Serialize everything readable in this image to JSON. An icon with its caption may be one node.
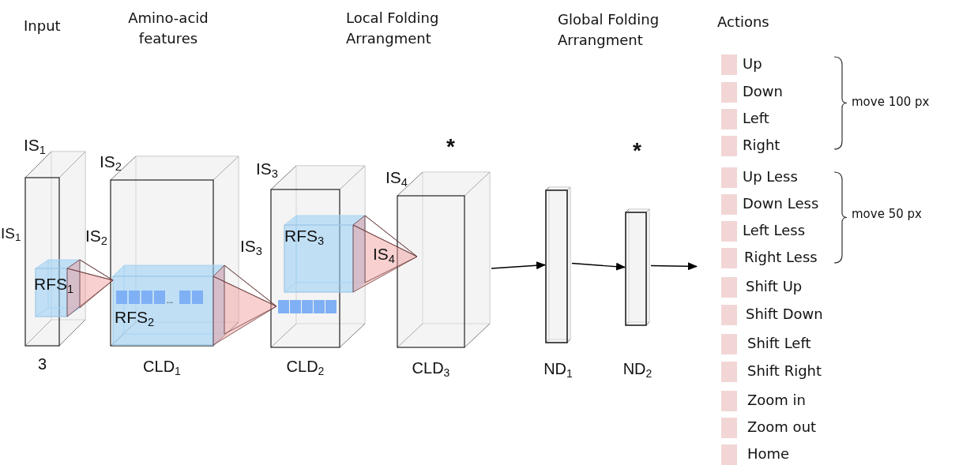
{
  "diagram": {
    "nodes": [
      {
        "text": [
          "3"
        ]
      },
      {
        "text": [
          "RFS$_{1}$"
        ],
        "in": 0
      },
      {
        "text": [],
        "shape": "cone"
      },
      {
        "text": [
          "CLD$_{1}$"
        ]
      },
      {
        "text": [
          "RFS$_{2}$"
        ],
        "in": 3
      },
      {
        "text": [],
        "shape": "cone"
      },
      {
        "text": [
          "CLD$_{2}$"
        ]
      },
      {
        "text": [
          "RFS$_{3}$"
        ],
        "in": 6
      },
      {
        "text": [],
        "shape": "cone"
      },
      {
        "text": [
          "CLD$_{3}$"
        ]
      },
      {
        "text": [
          "ND$_{1}$"
        ]
      },
      {
        "text": [
          "ND$_{2}$"
        ]
      }
    ],
    "edges": [
      {
        "from": 9,
        "to": 10,
        "arrow": "to"
      },
      {
        "from": 10,
        "to": 11,
        "arrow": "to"
      },
      {
        "from": 11,
        "to": null,
        "arrow": "to"
      }
    ],
    "labels": [
      "Input",
      "Amino-acid features",
      "Local Folding Arrangment",
      "Global Folding Arrangment",
      "Actions",
      "IS$_{1}$",
      "IS$_{1}$",
      "IS$_{2}$",
      "IS$_{2}$",
      "IS$_{3}$",
      "IS$_{3}$",
      "IS$_{4}$",
      "IS$_{4}$",
      "...",
      "*",
      "*",
      "Up",
      "Down",
      "Left",
      "Right",
      "Up Less",
      "Down Less",
      "Left Less",
      "Right Less",
      "Shift Up",
      "Shift Down",
      "Shift Left",
      "Shift Right",
      "Zoom in",
      "Zoom out",
      "Home",
      "move 100 px",
      "move 50 px"
    ]
  }
}
